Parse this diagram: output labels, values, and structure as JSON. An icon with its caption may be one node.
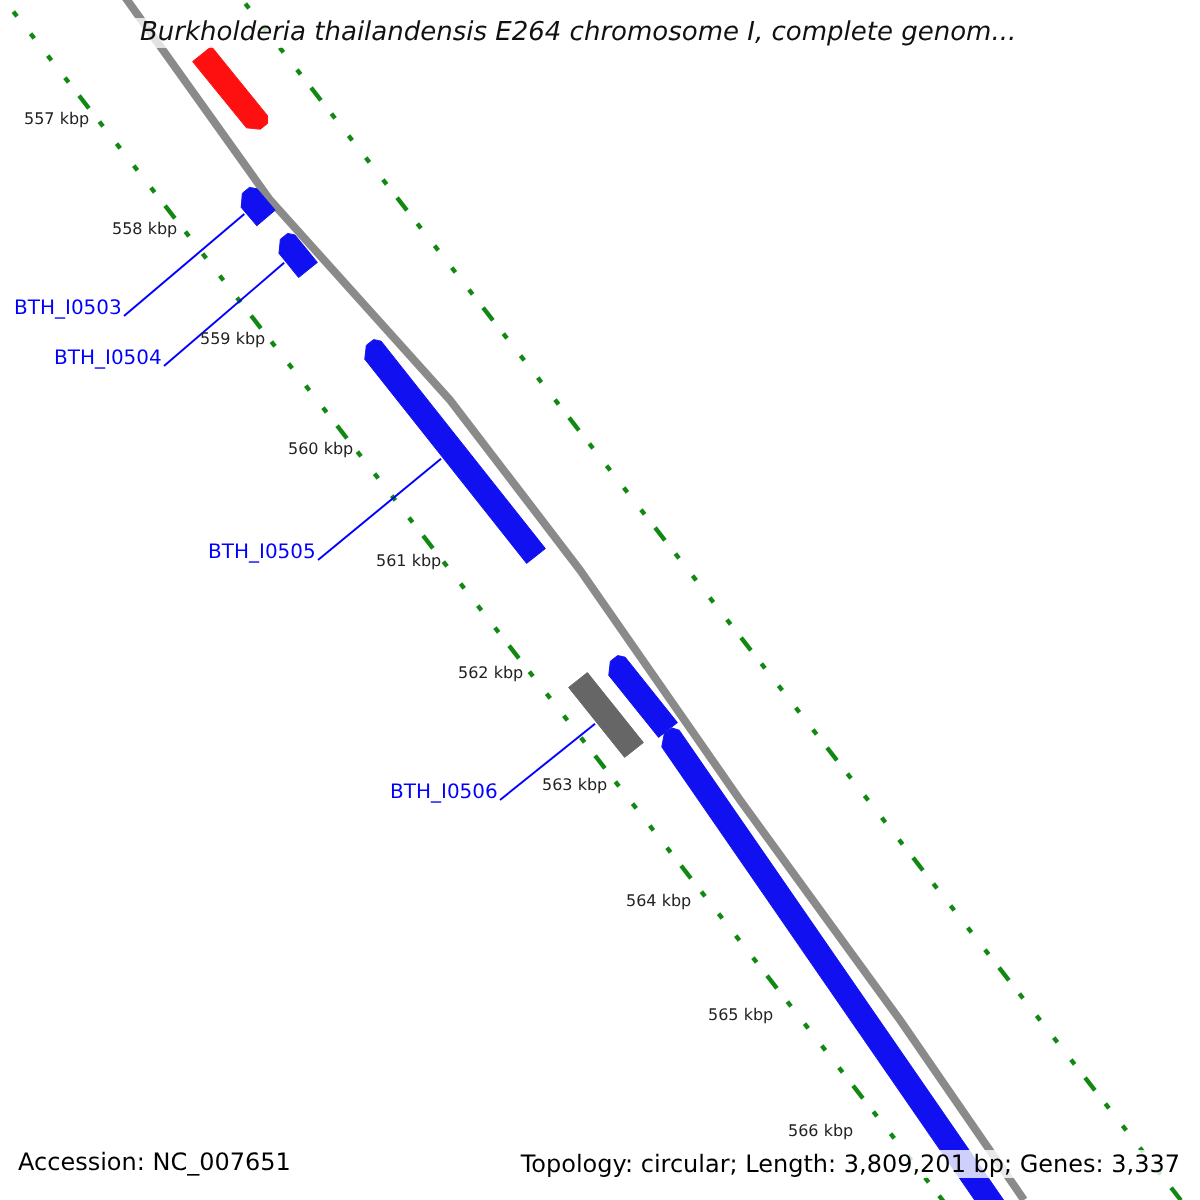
{
  "diagram": {
    "title": "Burkholderia thailandensis E264 chromosome I, complete genom...",
    "nodes": [
      {
        "text": [],
        "shape": "bar"
      },
      {
        "text": [],
        "shape": "bar"
      },
      {
        "text": [],
        "shape": "bar"
      },
      {
        "text": [],
        "shape": "bar"
      },
      {
        "text": [],
        "shape": "bar"
      },
      {
        "text": [],
        "shape": "bar"
      },
      {
        "text": [],
        "shape": "bar"
      },
      {
        "text": [
          "BTH_I0503"
        ]
      },
      {
        "text": [
          "BTH_I0504"
        ]
      },
      {
        "text": [
          "BTH_I0505"
        ]
      },
      {
        "text": [
          "BTH_I0506"
        ]
      }
    ],
    "edges": [
      {
        "from": 7,
        "to": 1,
        "arrow": "none"
      },
      {
        "from": 8,
        "to": 2,
        "arrow": "none"
      },
      {
        "from": 9,
        "to": 3,
        "arrow": "none"
      },
      {
        "from": 10,
        "to": 4,
        "arrow": "none"
      }
    ],
    "labels": [
      "557 kbp",
      "558 kbp",
      "559 kbp",
      "560 kbp",
      "561 kbp",
      "562 kbp",
      "563 kbp",
      "564 kbp",
      "565 kbp",
      "566 kbp",
      "Accession: NC_007651",
      "Topology: circular; Length: 3,809,201 bp; Genes: 3,337"
    ]
  }
}
